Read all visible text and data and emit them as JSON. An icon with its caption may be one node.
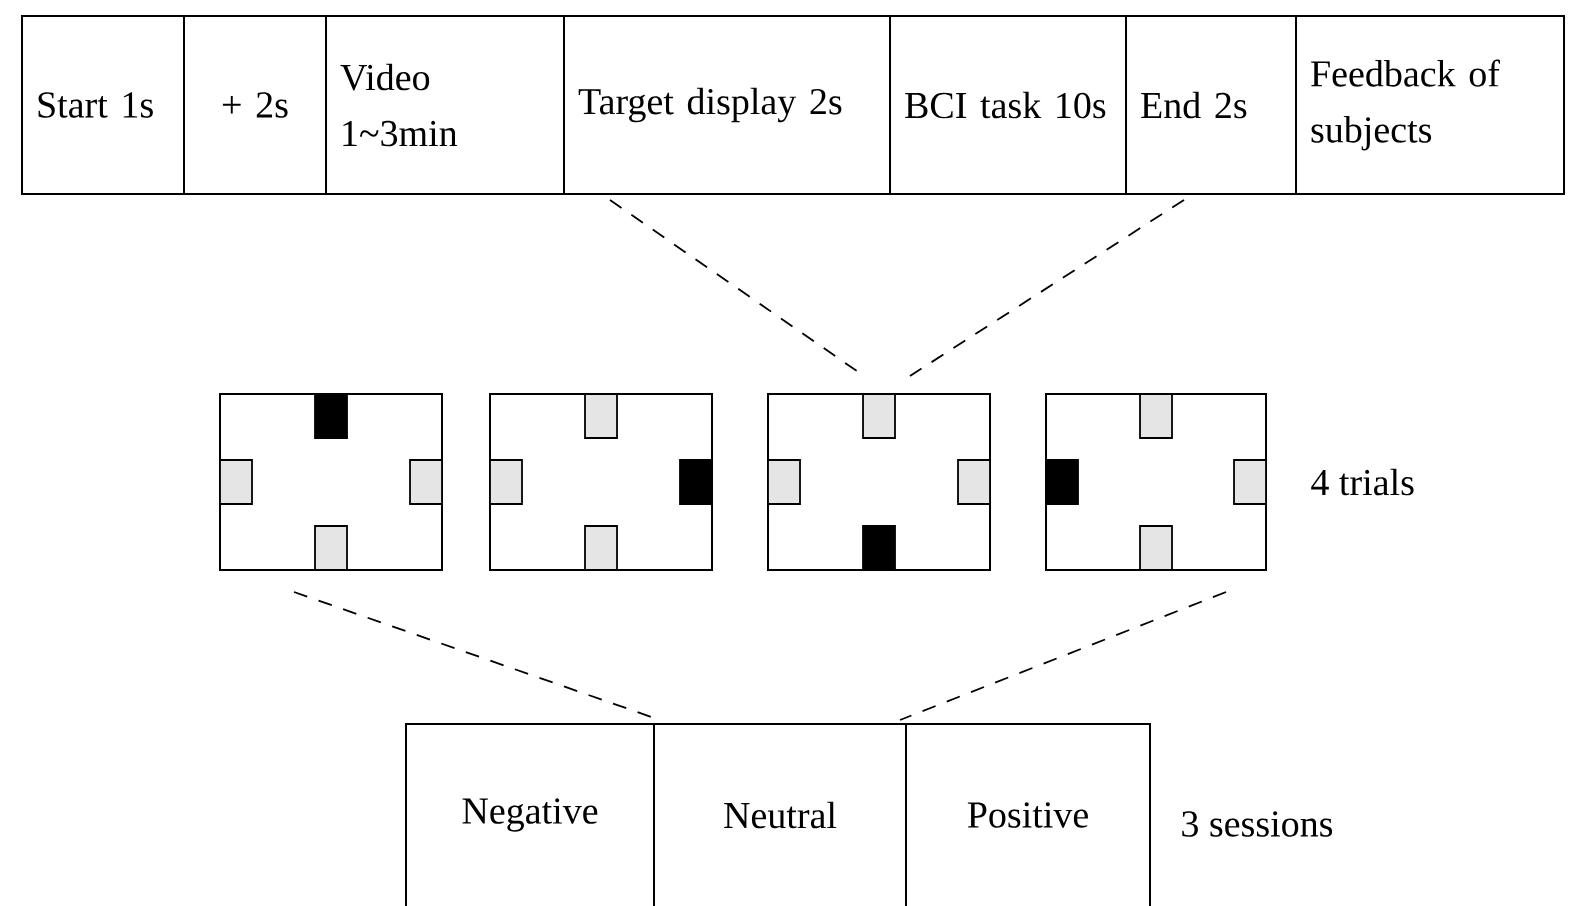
{
  "diagram": {
    "nodes": [
      {
        "text": [
          "Start 1s"
        ]
      },
      {
        "text": [
          "+ 2s"
        ]
      },
      {
        "text": [
          "Video 1~3min"
        ]
      },
      {
        "text": [
          "Target display 2s"
        ]
      },
      {
        "text": [
          "BCI task 10s"
        ]
      },
      {
        "text": [
          "End 2s"
        ]
      },
      {
        "text": [
          "Feedback of subjects"
        ]
      },
      {
        "text": [],
        "shape": "box"
      },
      {
        "text": [],
        "shape": "box"
      },
      {
        "text": [],
        "shape": "box"
      },
      {
        "text": [],
        "shape": "box"
      },
      {
        "text": [
          "Negative"
        ]
      },
      {
        "text": [
          "Neutral"
        ]
      },
      {
        "text": [
          "Positive"
        ]
      }
    ],
    "labels": [
      "4 trials",
      "3 sessions"
    ]
  }
}
